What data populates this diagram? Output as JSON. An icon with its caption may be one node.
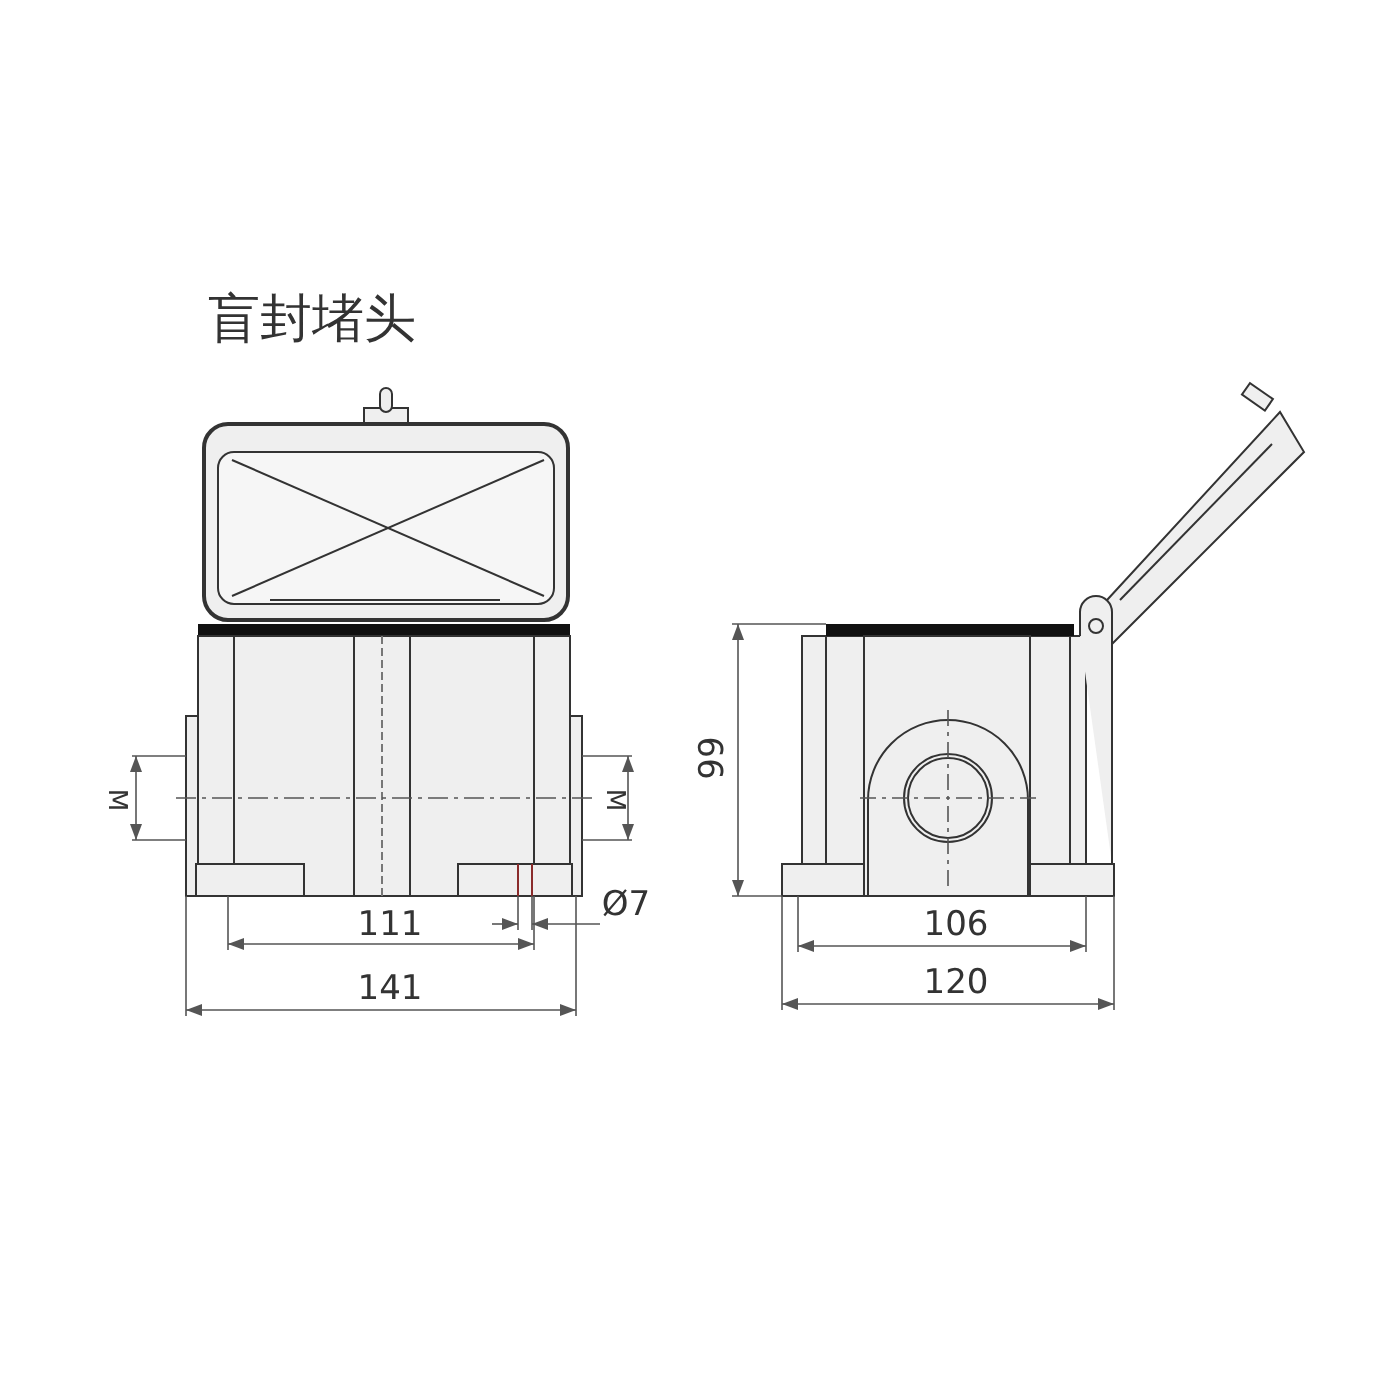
{
  "diagram": {
    "title": "盲封堵头",
    "labels": [
      "M",
      "M",
      "99",
      "111",
      "Ø7",
      "106",
      "141",
      "120"
    ]
  }
}
